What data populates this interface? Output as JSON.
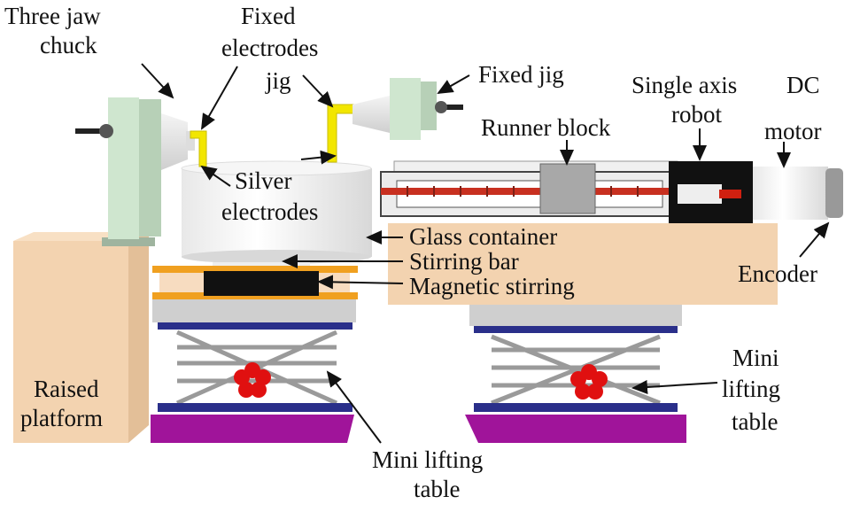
{
  "labels": {
    "three_jaw_chuck": [
      "Three jaw",
      "chuck"
    ],
    "fixed_electrodes_jig": [
      "Fixed",
      "electrodes",
      "jig"
    ],
    "fixed_jig": "Fixed jig",
    "single_axis_robot": [
      "Single axis",
      "robot"
    ],
    "dc_motor": [
      "DC",
      "motor"
    ],
    "runner_block": "Runner block",
    "silver_electrodes": [
      "Silver",
      "electrodes"
    ],
    "glass_container": "Glass container",
    "stirring_bar": "Stirring bar",
    "magnetic_stirring": "Magnetic stirring",
    "encoder": "Encoder",
    "raised_platform": [
      "Raised",
      "platform"
    ],
    "mini_lifting_table_right": [
      "Mini",
      "lifting",
      "table"
    ],
    "mini_lifting_table_bottom": [
      "Mini lifting",
      "table"
    ]
  },
  "colors": {
    "pillar": "#cfe6cf",
    "platform": "#f3d3b0",
    "jig": "#f2e600",
    "stirrer_plate": "#f0a020",
    "scissor_rail": "#2a2f8a",
    "base": "#a0149a",
    "knob": "#e01010"
  }
}
